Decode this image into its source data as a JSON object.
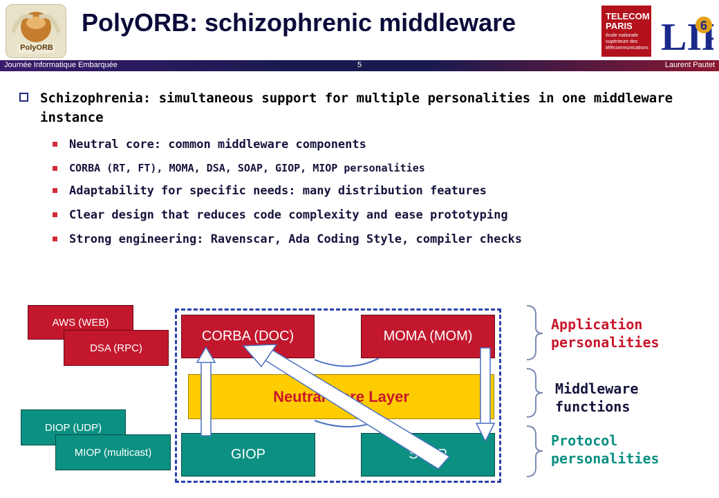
{
  "header": {
    "title": "PolyORB: schizophrenic middleware",
    "logo_left_text": "PolyORB",
    "logo_right_lines": [
      "TELECOM",
      "PARIS",
      "école nationale",
      "supérieure des",
      "télécommunications"
    ],
    "logo_lip_text": "LIP",
    "logo_lip_badge": "6"
  },
  "footer_bar": {
    "left": "Journée Informatique Embarquée",
    "center": "5",
    "right": "Laurent Pautet"
  },
  "bullets": {
    "main": "Schizophrenia: simultaneous support for multiple personalities in one middleware instance",
    "subs": [
      "Neutral core: common middleware components",
      "CORBA (RT, FT), MOMA, DSA, SOAP, GIOP, MIOP personalities",
      "Adaptability for specific needs: many distribution features",
      "Clear design that reduces code complexity and ease prototyping",
      "Strong engineering: Ravenscar, Ada Coding Style, compiler checks"
    ]
  },
  "diagram": {
    "left_boxes": {
      "aws": "AWS (WEB)",
      "dsa": "DSA (RPC)",
      "diop": "DIOP (UDP)",
      "miop": "MIOP (multicast)"
    },
    "corba": "CORBA (DOC)",
    "moma": "MOMA (MOM)",
    "core": "Neutral Core Layer",
    "giop": "GIOP",
    "soap": "SOAP",
    "labels": {
      "application": "Application personalities",
      "middleware": "Middleware functions",
      "protocol": "Protocol personalities"
    }
  },
  "colors": {
    "personality_red": "#c2172d",
    "protocol_teal": "#0b9082",
    "core_yellow": "#ffcc00",
    "dashed_blue": "#2a3fae",
    "label_red": "#c8162b",
    "label_navy": "#14143c",
    "label_teal": "#0b9082"
  }
}
